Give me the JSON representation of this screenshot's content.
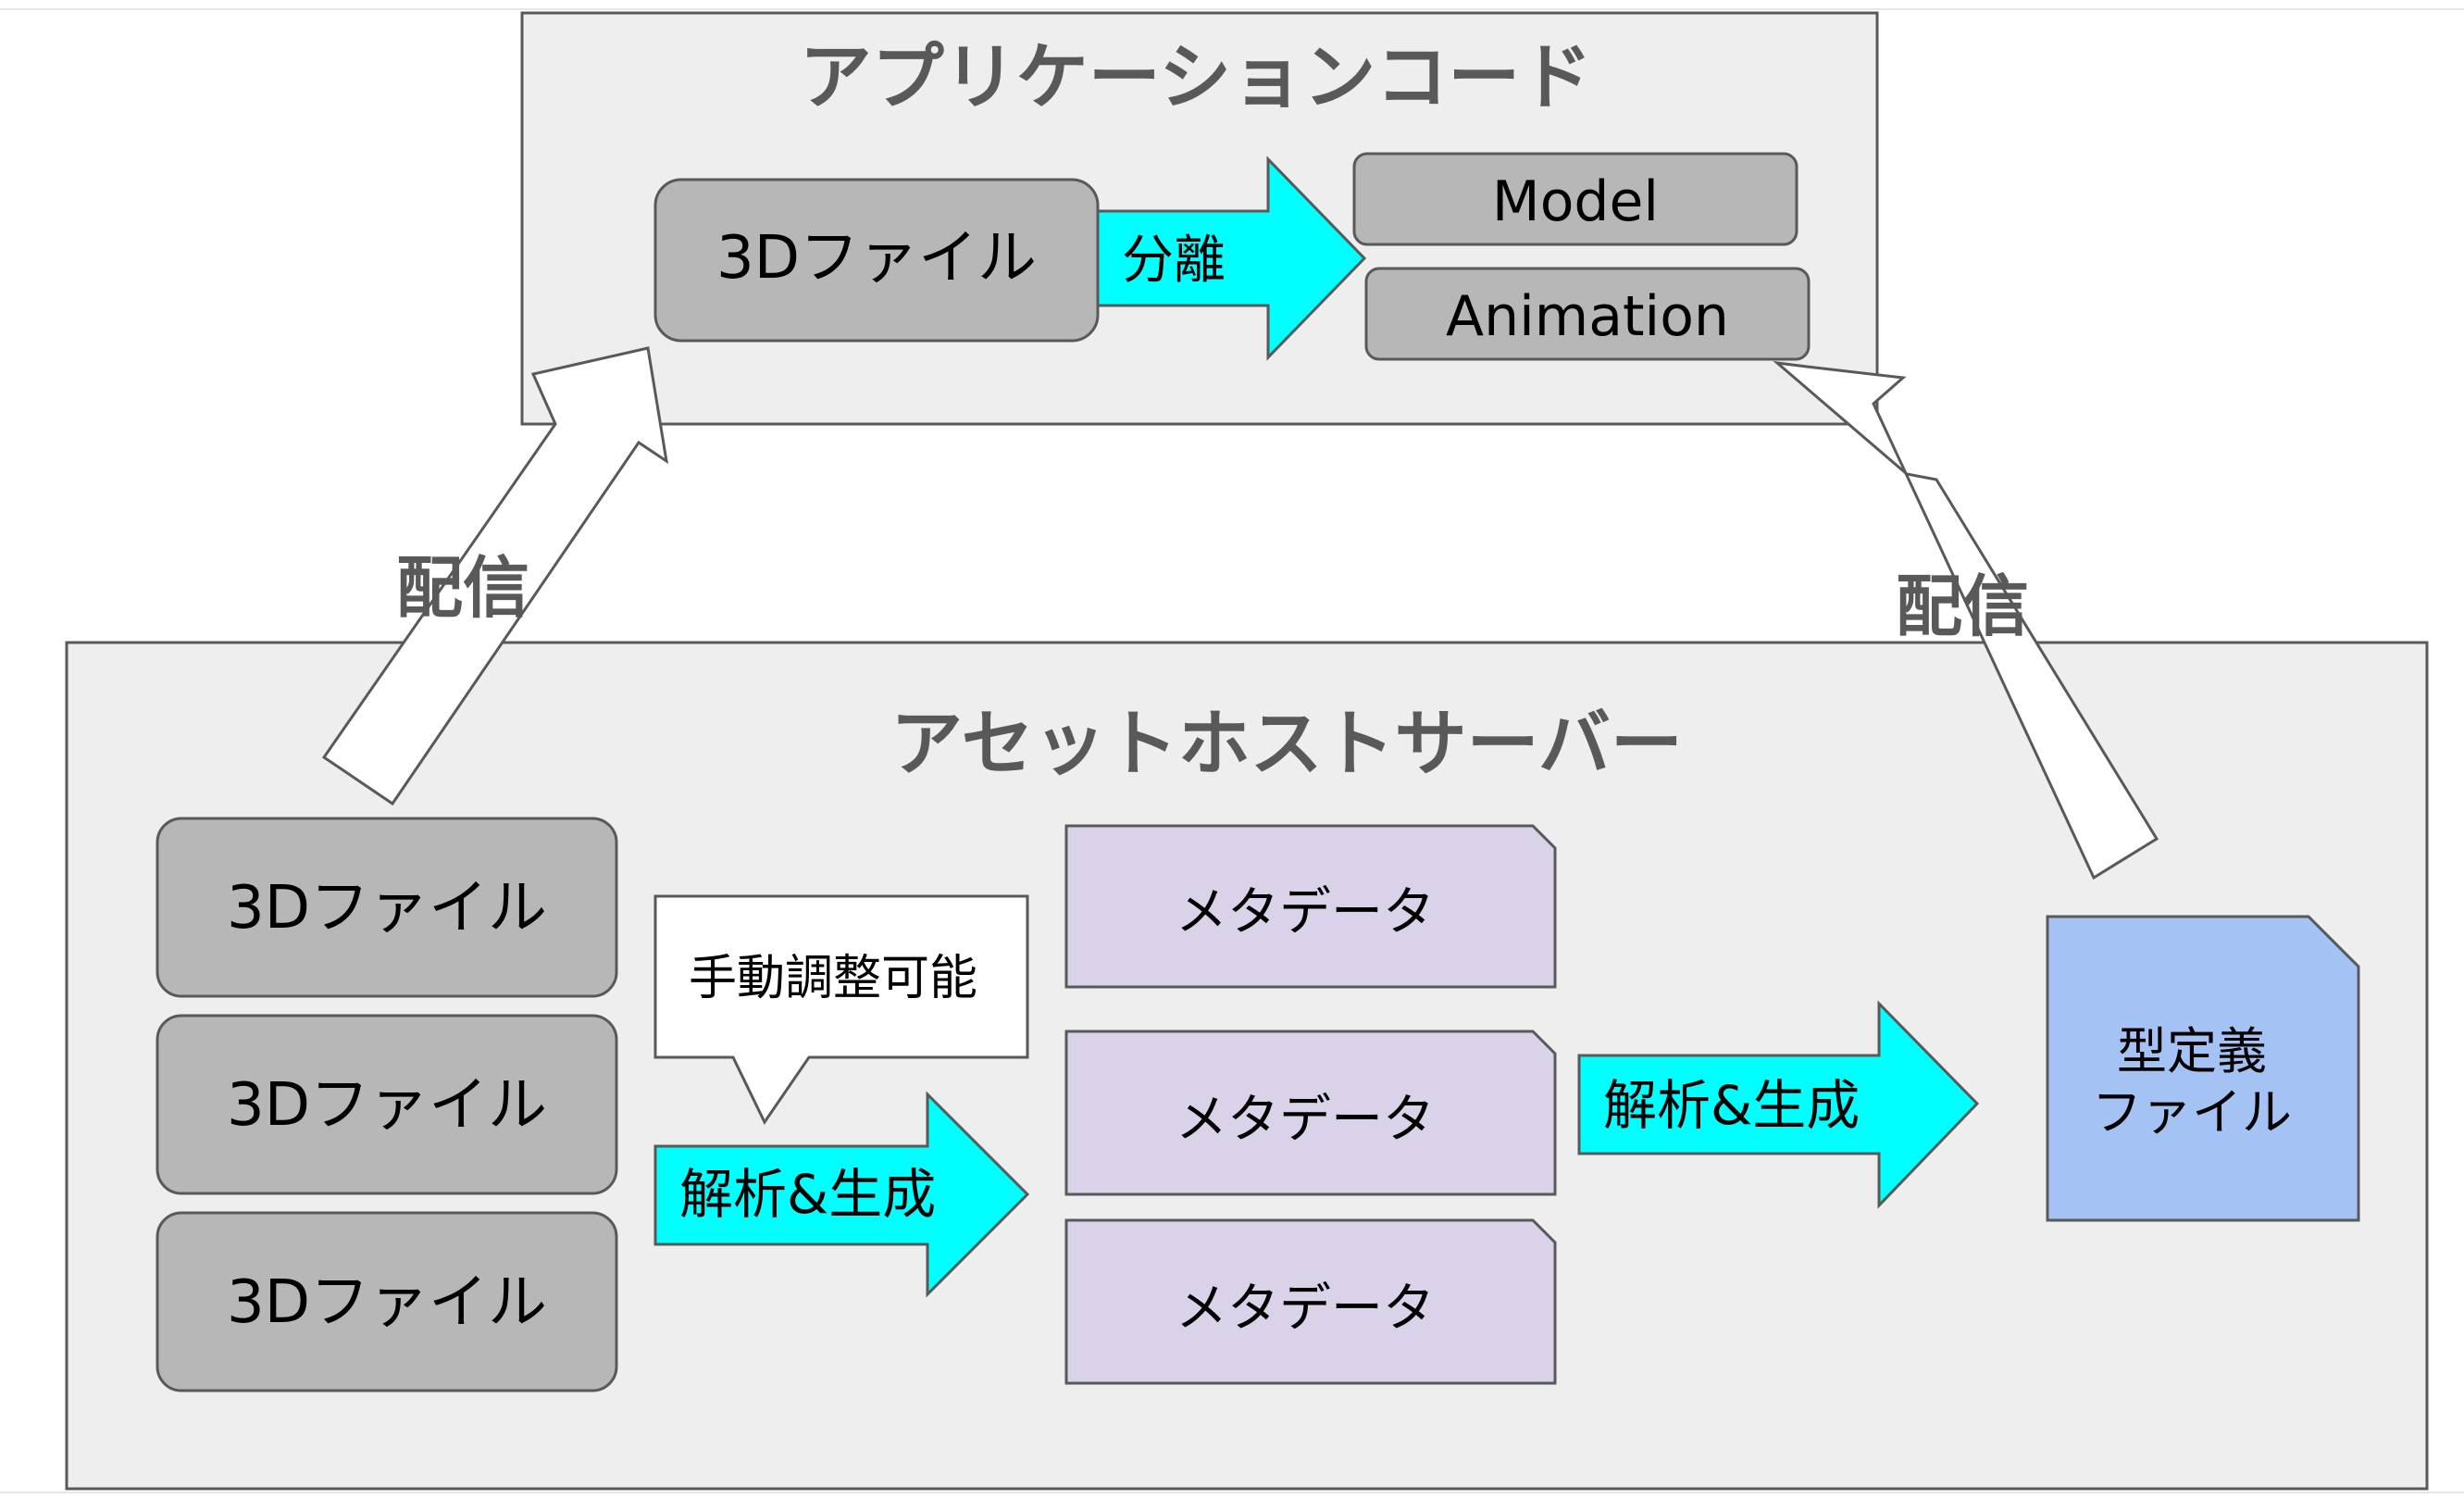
{
  "app_code": {
    "title": "アプリケーションコード",
    "source_file": "3Dファイル",
    "split_label": "分離",
    "outputs": [
      "Model",
      "Animation"
    ]
  },
  "server": {
    "title": "アセットホストサーバー",
    "files": [
      "3Dファイル",
      "3Dファイル",
      "3Dファイル"
    ],
    "callout": "手動調整可能",
    "analyze_label": "解析&生成",
    "metadata": [
      "メタデータ",
      "メタデータ",
      "メタデータ"
    ],
    "analyze_label_2": "解析&生成",
    "typedef": [
      "型定義",
      "ファイル"
    ]
  },
  "delivery": {
    "left_label": "配信",
    "right_label": "配信"
  },
  "colors": {
    "panel_fill": "#eeeeee",
    "panel_stroke": "#595959",
    "file_fill": "#b7b7b7",
    "arrow_fill": "#00ffff",
    "metadata_fill": "#d9d2e9",
    "typedef_fill": "#a4c2f4",
    "title_text": "#595959"
  }
}
